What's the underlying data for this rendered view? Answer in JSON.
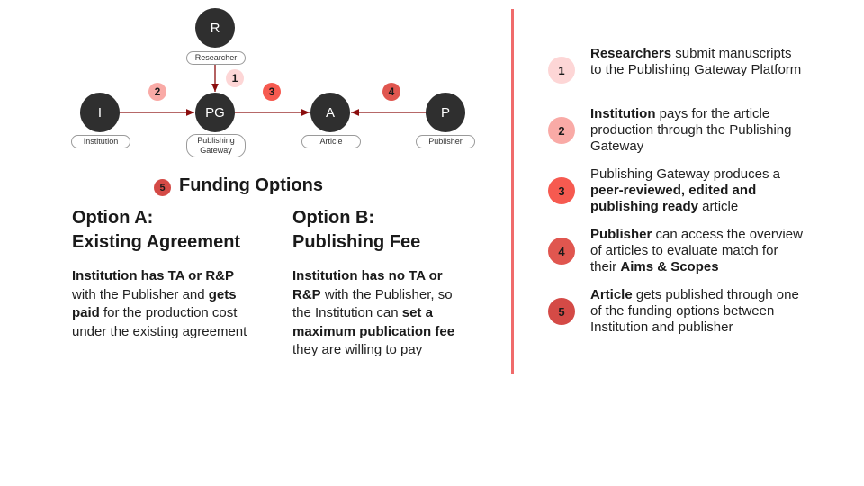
{
  "colors": {
    "step1": "#fdd6d6",
    "step2": "#f9aaa6",
    "step3": "#f65a50",
    "step4": "#e0564f",
    "step5": "#d44a46",
    "divider": "#f06b6b",
    "arrow": "#8b0d0d",
    "node": "#2f2f2f"
  },
  "diagram": {
    "nodes": [
      {
        "letter": "R",
        "label": "Researcher"
      },
      {
        "letter": "I",
        "label": "Institution"
      },
      {
        "letter": "PG",
        "label": "Publishing Gateway"
      },
      {
        "letter": "A",
        "label": "Article"
      },
      {
        "letter": "P",
        "label": "Publisher"
      }
    ],
    "badges": [
      "1",
      "2",
      "3",
      "4"
    ]
  },
  "funding": {
    "badge": "5",
    "title": "Funding Options",
    "option_a": {
      "title1": "Option A:",
      "title2": "Existing Agreement",
      "body": [
        {
          "t": "Institution has TA or R&P",
          "b": true
        },
        {
          "t": " with the Publisher and ",
          "b": false
        },
        {
          "t": "gets paid",
          "b": true
        },
        {
          "t": " for the production cost under the existing agreement",
          "b": false
        }
      ]
    },
    "option_b": {
      "title1": "Option B:",
      "title2": "Publishing Fee",
      "body": [
        {
          "t": "Institution has no TA or R&P",
          "b": true
        },
        {
          "t": " with the Publisher, so the Institution can ",
          "b": false
        },
        {
          "t": "set a maximum publication fee",
          "b": true
        },
        {
          "t": " they are willing to pay",
          "b": false
        }
      ]
    }
  },
  "steps": [
    {
      "num": "1",
      "segments": [
        {
          "t": "Researchers",
          "b": true
        },
        {
          "t": " submit manuscripts to the Publishing Gateway Platform",
          "b": false
        }
      ]
    },
    {
      "num": "2",
      "segments": [
        {
          "t": "Institution",
          "b": true
        },
        {
          "t": " pays  for the article production through the Publishing Gateway",
          "b": false
        }
      ]
    },
    {
      "num": "3",
      "segments": [
        {
          "t": "Publishing Gateway produces a ",
          "b": false
        },
        {
          "t": "peer-reviewed, edited and publishing ready",
          "b": true
        },
        {
          "t": " article",
          "b": false
        }
      ]
    },
    {
      "num": "4",
      "segments": [
        {
          "t": "Publisher",
          "b": true
        },
        {
          "t": " can access the overview of articles to evaluate match for their ",
          "b": false
        },
        {
          "t": "Aims & Scopes",
          "b": true
        }
      ]
    },
    {
      "num": "5",
      "segments": [
        {
          "t": "Article",
          "b": true
        },
        {
          "t": " gets published through one of the funding options between Institution and publisher",
          "b": false
        }
      ]
    }
  ]
}
